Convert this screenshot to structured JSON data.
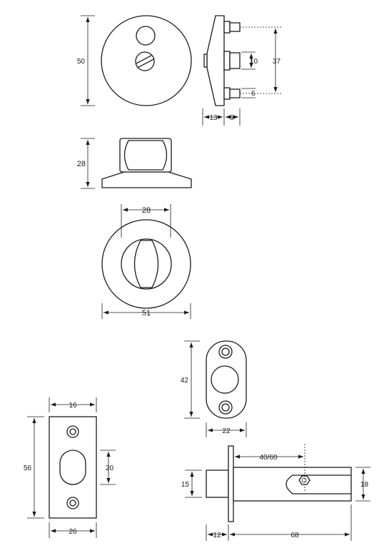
{
  "dimensions": {
    "rose_height": "50",
    "side_depth_total": "37",
    "side_spindle": "10",
    "side_small": "6",
    "side_projection_a": "13",
    "side_projection_b": "9",
    "turn_height": "28",
    "turn_width": "28",
    "rose_diameter": "51",
    "keep_height": "42",
    "keep_width": "22",
    "strike_width_top": "16",
    "strike_height": "56",
    "strike_slot": "20",
    "strike_width_bottom": "26",
    "bolt_backset": "40/60",
    "bolt_height_left": "15",
    "bolt_height_right": "18",
    "bolt_front": "12",
    "bolt_length": "68"
  }
}
